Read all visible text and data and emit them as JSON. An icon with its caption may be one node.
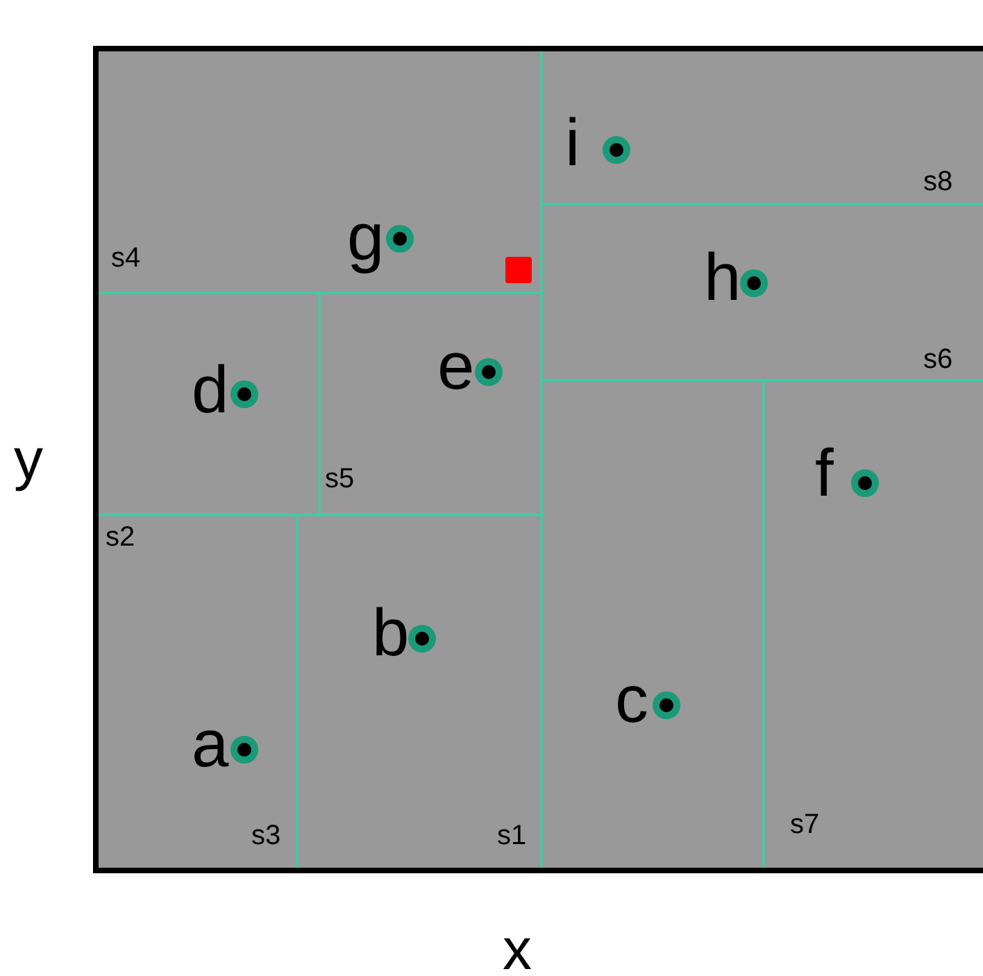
{
  "diagram": {
    "labels": [
      "i",
      "s8",
      "g",
      "s4",
      "h",
      "s6",
      "e",
      "d",
      "f",
      "y",
      "s5",
      "s2",
      "b",
      "c",
      "a",
      "s3",
      "s1",
      "s7",
      "x"
    ]
  }
}
